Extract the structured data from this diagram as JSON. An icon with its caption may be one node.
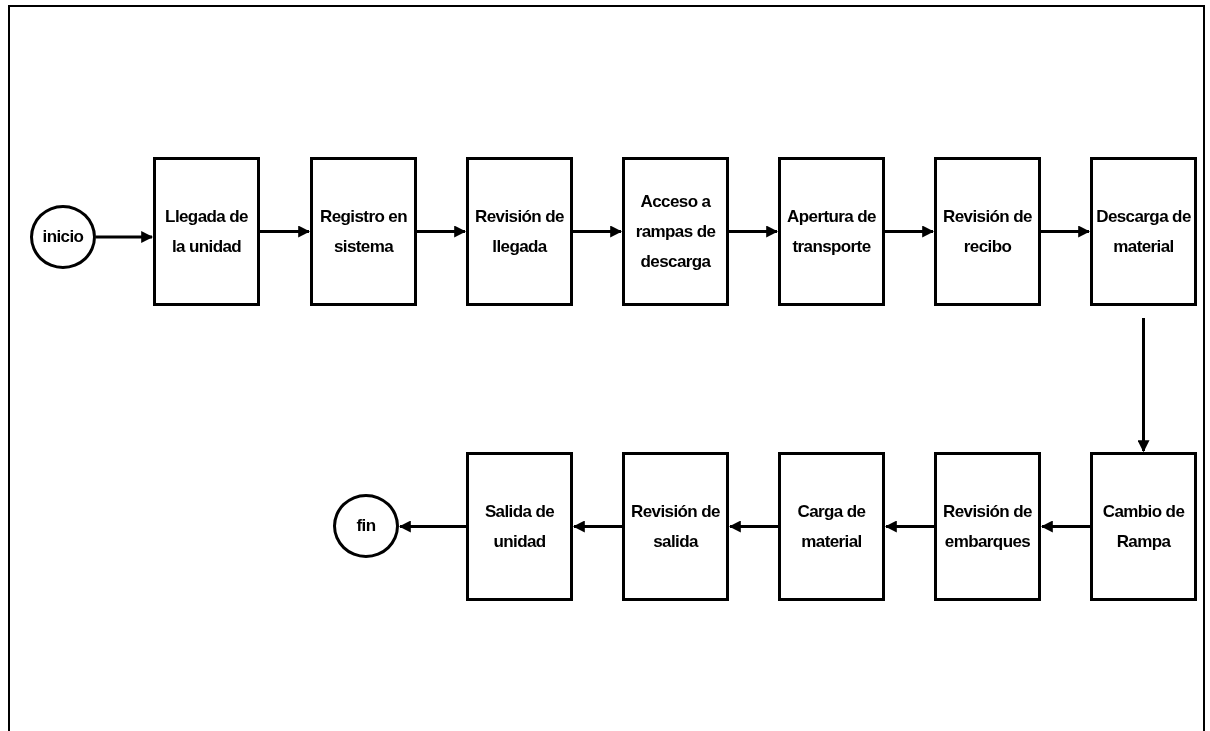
{
  "diagram": {
    "nodes": [
      {
        "text": [
          "inicio"
        ]
      },
      {
        "text": [
          "Llegada de la unidad"
        ]
      },
      {
        "text": [
          "Registro en sistema"
        ]
      },
      {
        "text": [
          "Revisión de llegada"
        ]
      },
      {
        "text": [
          "Acceso a rampas de descarga"
        ]
      },
      {
        "text": [
          "Apertura de transporte"
        ]
      },
      {
        "text": [
          "Revisión de recibo"
        ]
      },
      {
        "text": [
          "Descarga de material"
        ]
      },
      {
        "text": [
          "Cambio de Rampa"
        ]
      },
      {
        "text": [
          "Revisión de embarques"
        ]
      },
      {
        "text": [
          "Carga de material"
        ]
      },
      {
        "text": [
          "Revisión de salida"
        ]
      },
      {
        "text": [
          "Salida de unidad"
        ]
      },
      {
        "text": [
          "fin"
        ]
      }
    ],
    "edges": [
      {
        "from": 0,
        "to": 1,
        "arrow": "to"
      },
      {
        "from": 1,
        "to": 2,
        "arrow": "to"
      },
      {
        "from": 2,
        "to": 3,
        "arrow": "to"
      },
      {
        "from": 3,
        "to": 4,
        "arrow": "to"
      },
      {
        "from": 4,
        "to": 5,
        "arrow": "to"
      },
      {
        "from": 5,
        "to": 6,
        "arrow": "to"
      },
      {
        "from": 6,
        "to": 7,
        "arrow": "to"
      },
      {
        "from": 7,
        "to": 8,
        "arrow": "to"
      },
      {
        "from": 8,
        "to": 9,
        "arrow": "to"
      },
      {
        "from": 9,
        "to": 10,
        "arrow": "to"
      },
      {
        "from": 10,
        "to": 11,
        "arrow": "to"
      },
      {
        "from": 11,
        "to": 12,
        "arrow": "to"
      },
      {
        "from": 12,
        "to": 13,
        "arrow": "to"
      }
    ]
  }
}
